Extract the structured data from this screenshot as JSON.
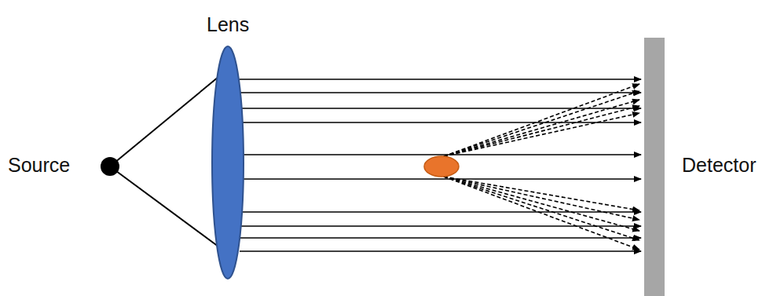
{
  "diagram": {
    "labels": [
      "Lens",
      "Source",
      "Detector"
    ]
  }
}
